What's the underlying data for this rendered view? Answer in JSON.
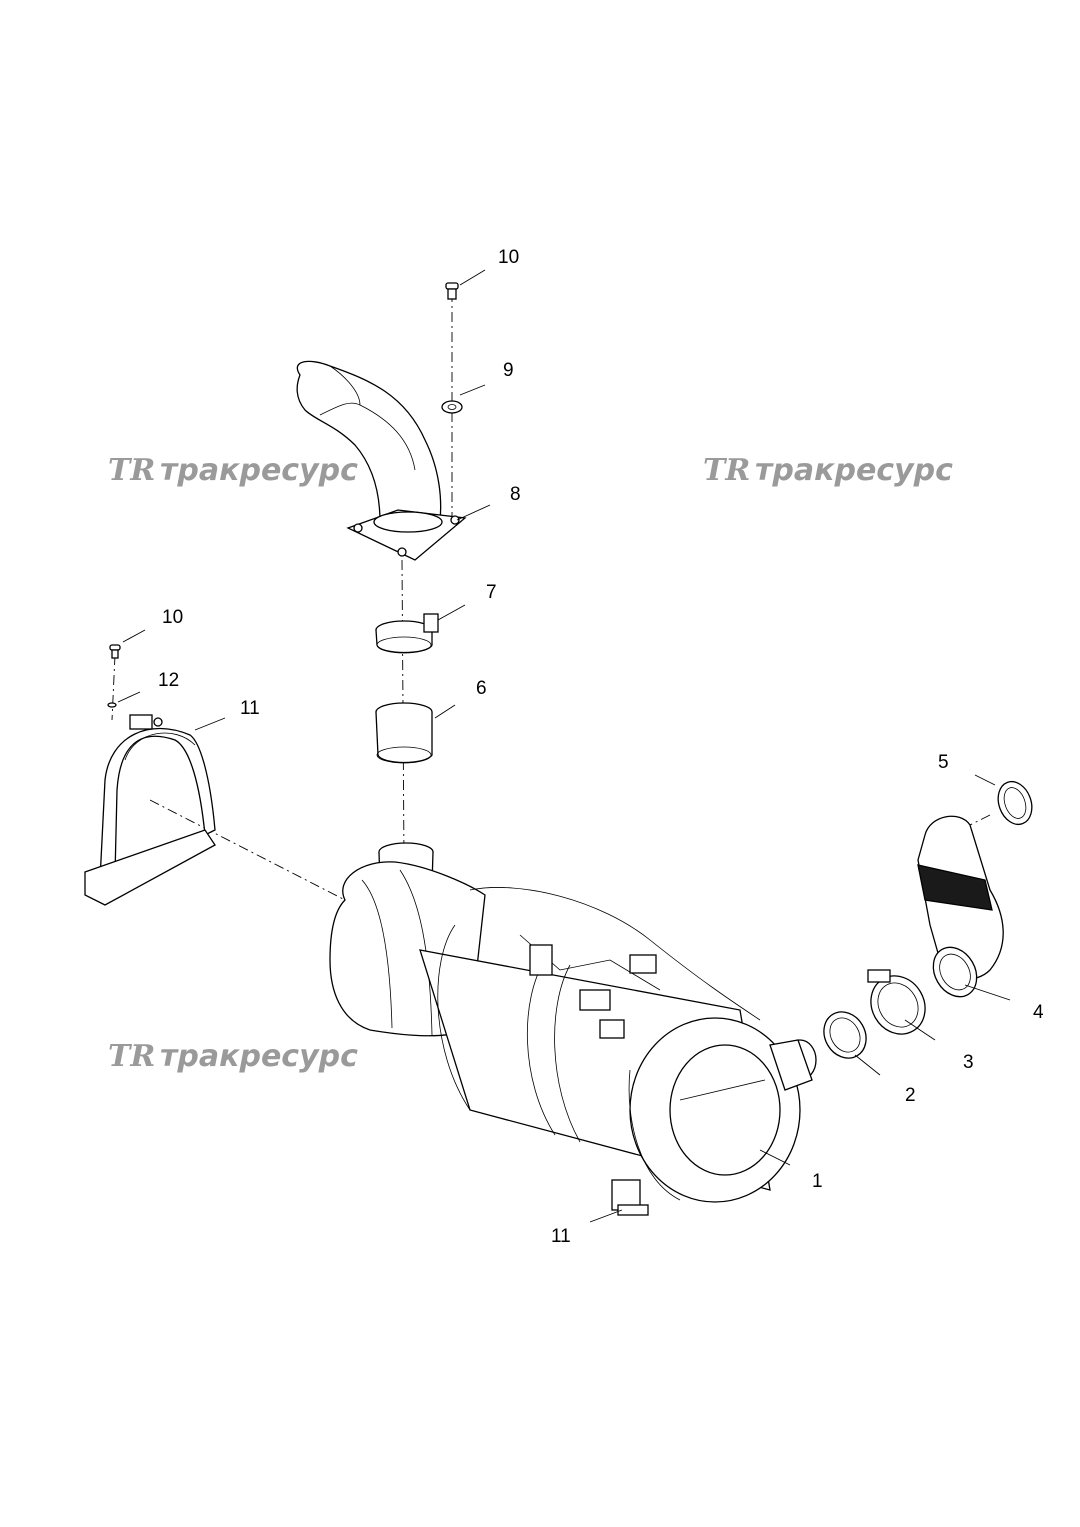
{
  "callouts": {
    "c1": "1",
    "c2": "2",
    "c3": "3",
    "c4": "4",
    "c5": "5",
    "c6": "6",
    "c7": "7",
    "c8": "8",
    "c9": "9",
    "c10a": "10",
    "c10b": "10",
    "c11a": "11",
    "c11b": "11",
    "c12": "12"
  },
  "watermark": {
    "logo": "TR",
    "text": "тракресурс"
  },
  "colors": {
    "line": "#000000",
    "watermark": "#9a9a9a",
    "background": "#ffffff"
  }
}
